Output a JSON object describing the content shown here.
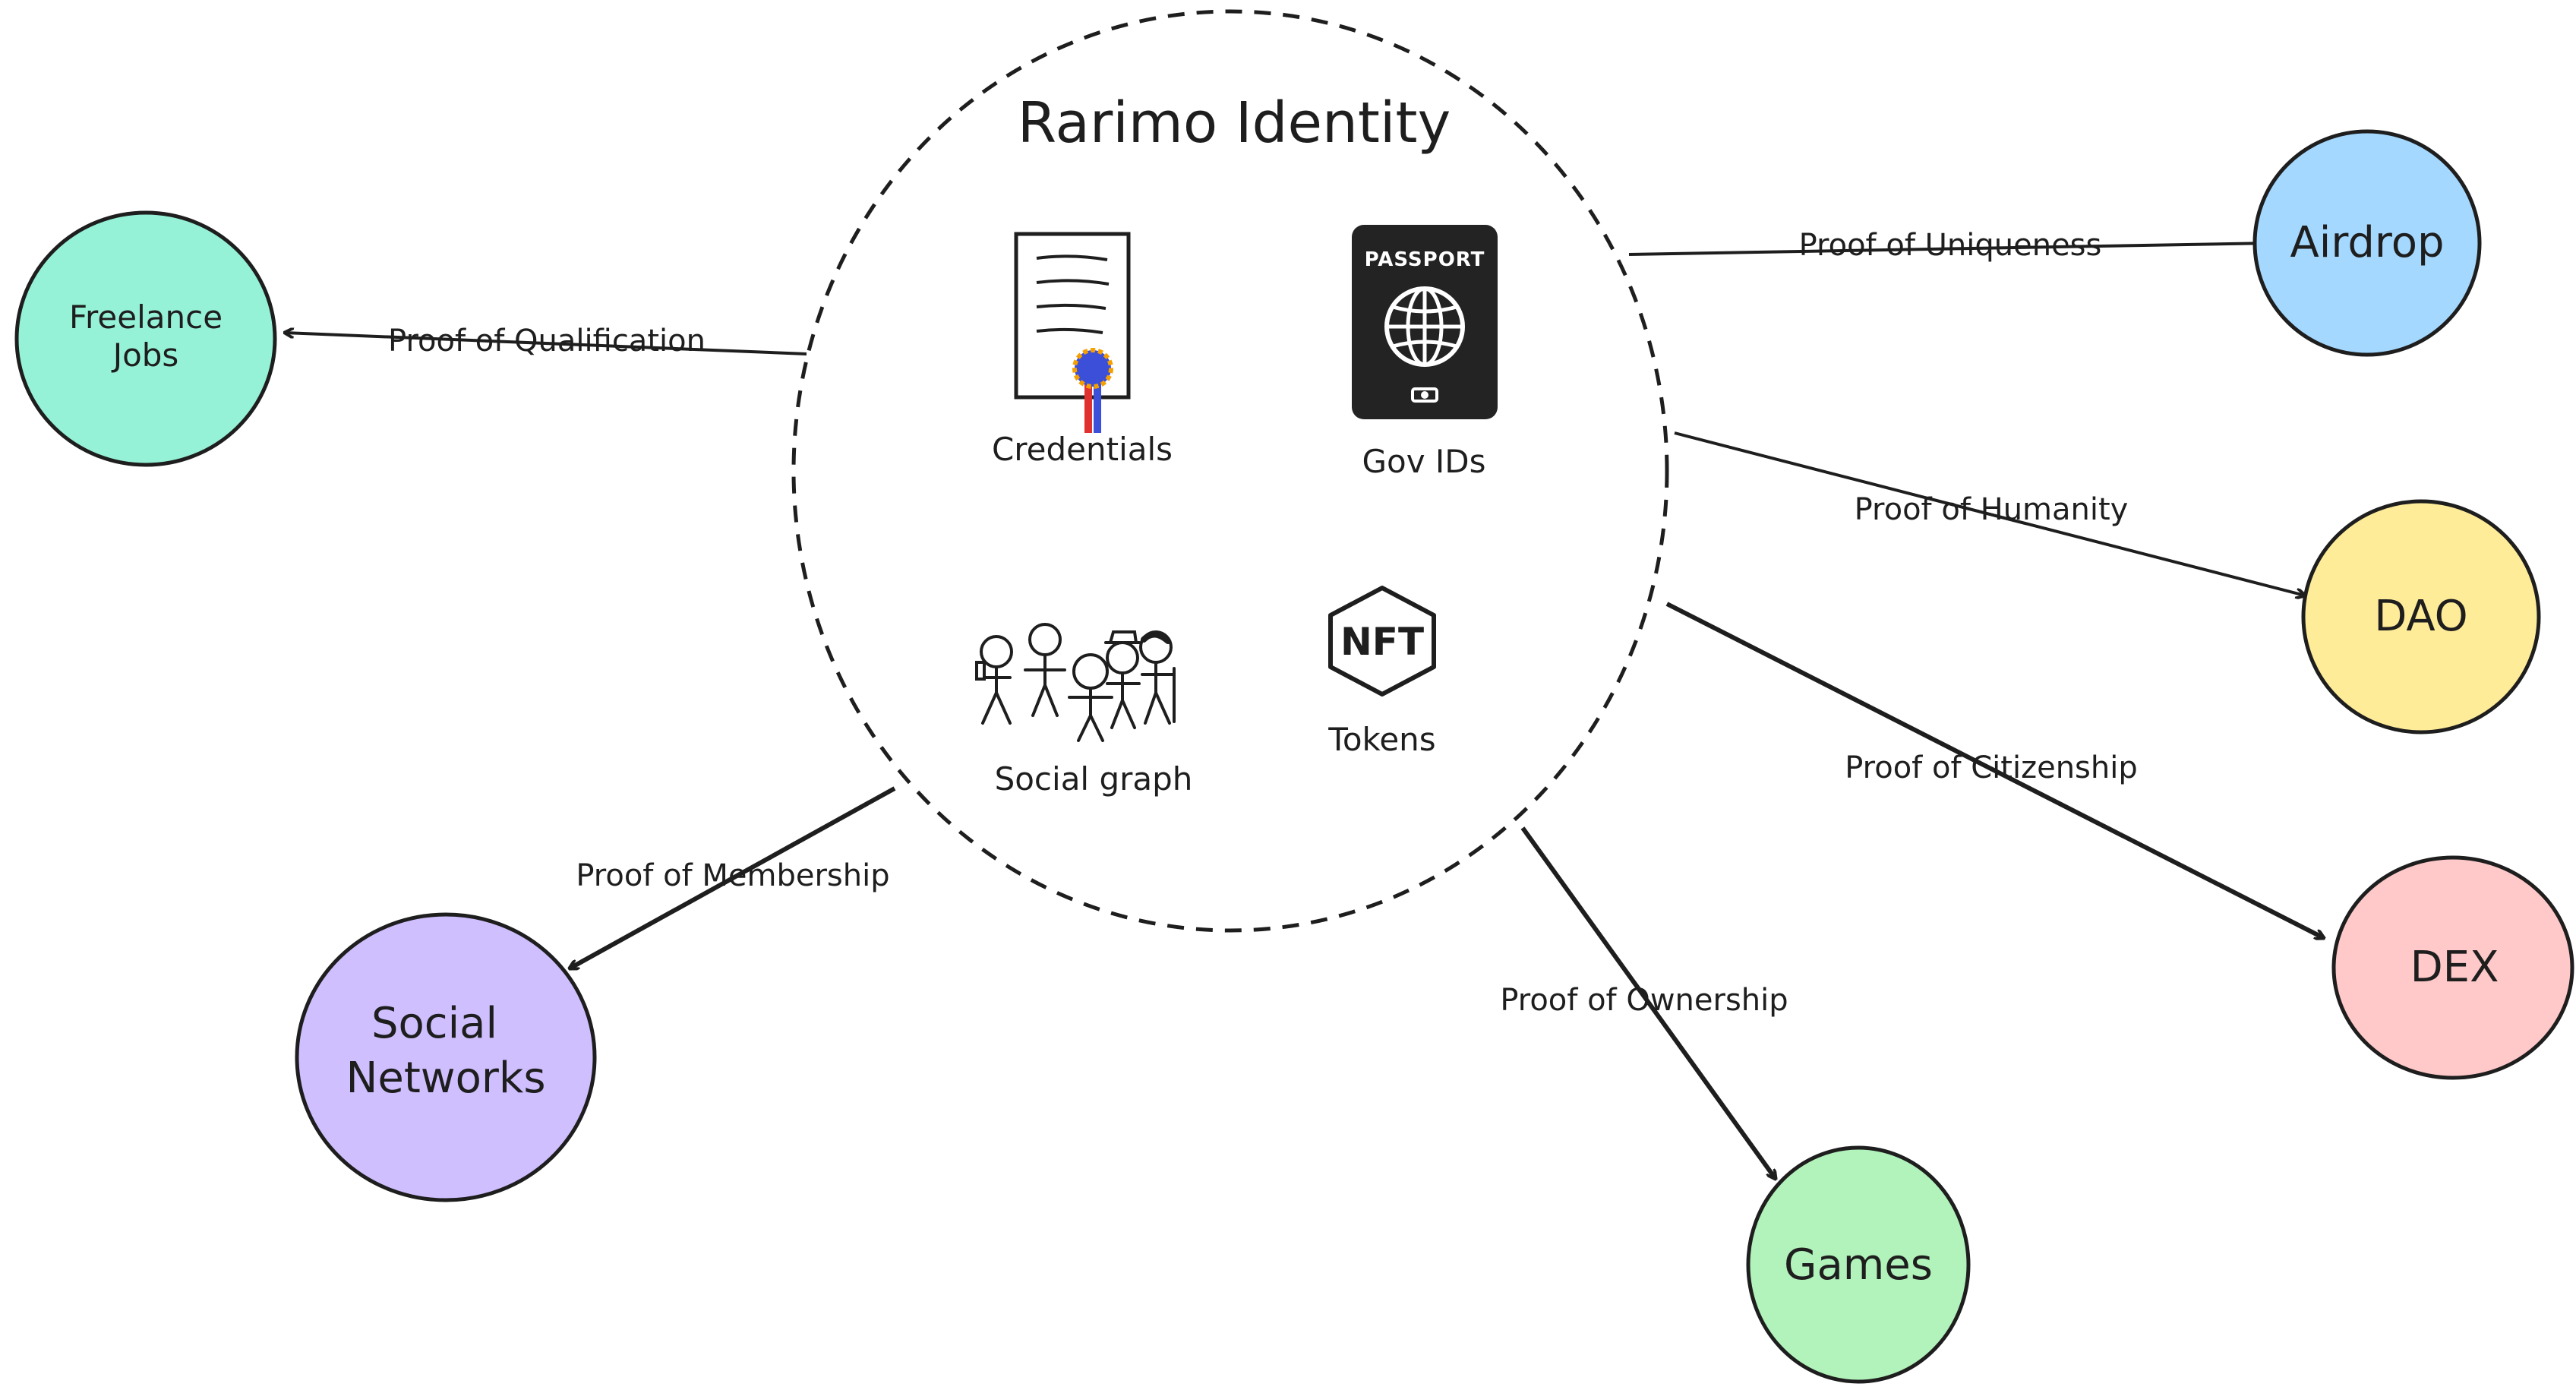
{
  "identity": {
    "title": "Rarimo Identity",
    "items": {
      "credentials": "Credentials",
      "gov_ids": "Gov IDs",
      "social_graph": "Social graph",
      "tokens": "Tokens"
    },
    "passport_text": "PASSPORT",
    "nft_text": "NFT"
  },
  "nodes": {
    "freelance": {
      "line1": "Freelance",
      "line2": "Jobs",
      "color": "#96f2d7"
    },
    "airdrop": {
      "label": "Airdrop",
      "color": "#a5d8ff"
    },
    "dao": {
      "label": "DAO",
      "color": "#ffec99"
    },
    "dex": {
      "label": "DEX",
      "color": "#ffc9c9"
    },
    "games": {
      "label": "Games",
      "color": "#b2f2bb"
    },
    "social": {
      "line1": "Social",
      "line2": "Networks",
      "color": "#d0bfff"
    }
  },
  "edges": {
    "qualification": "Proof of Qualification",
    "uniqueness": "Proof of Uniqueness",
    "humanity": "Proof of Humanity",
    "citizenship": "Proof of Citizenship",
    "ownership": "Proof of Ownership",
    "membership": "Proof of Membership"
  },
  "colors": {
    "stroke": "#1e1e1e",
    "ribbon_red": "#e03131",
    "seal_blue": "#3b4fd8",
    "seal_gold": "#f59f00"
  }
}
